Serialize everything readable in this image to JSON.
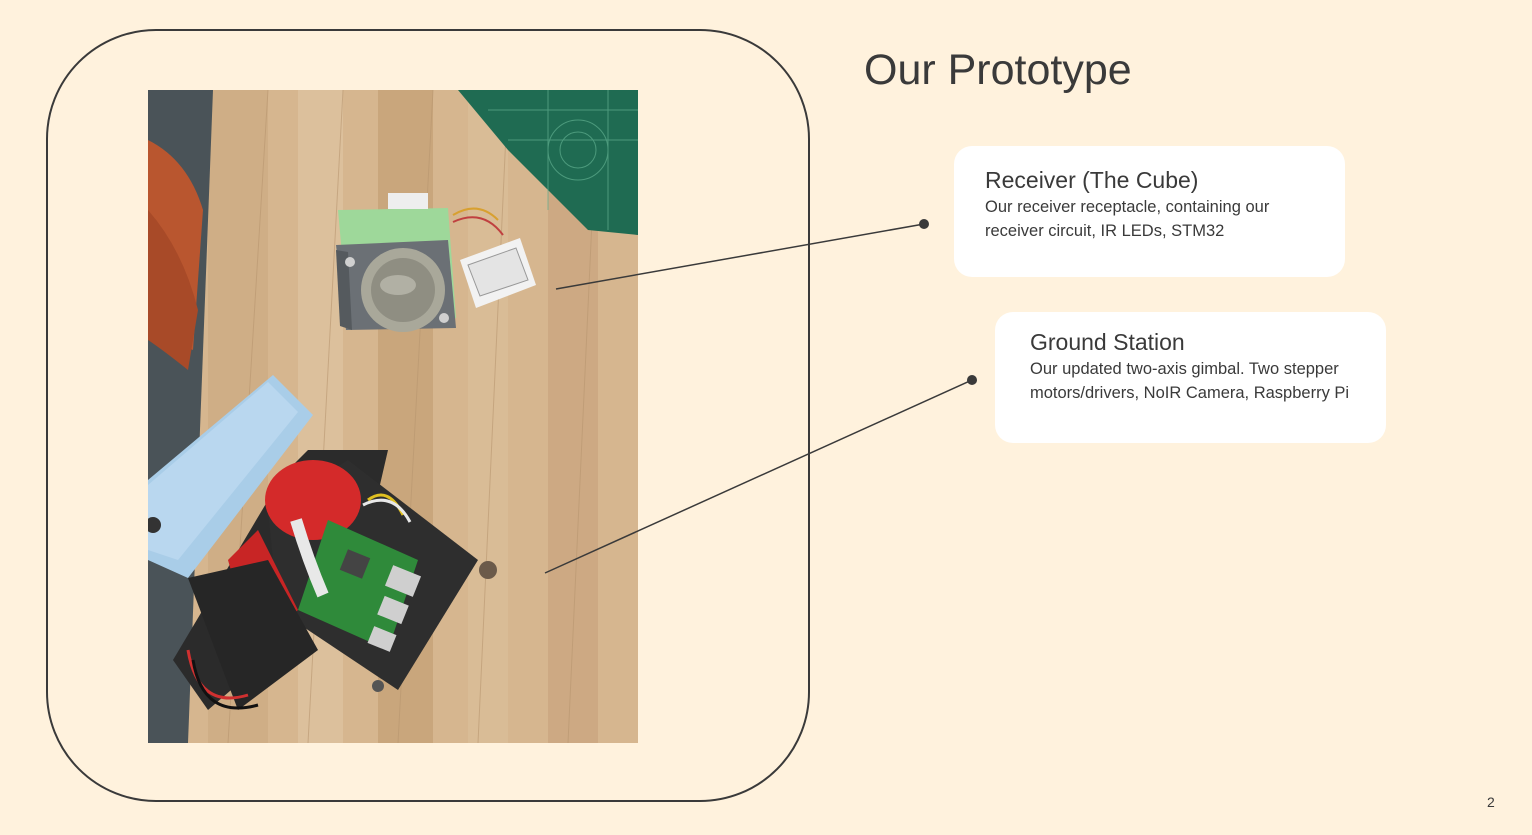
{
  "slide": {
    "title": "Our Prototype",
    "page_number": "2",
    "background_color": "#fff2dd",
    "text_color": "#3a3a3a"
  },
  "photo": {
    "subject": "prototype-hardware-photo"
  },
  "callouts": [
    {
      "heading": "Receiver (The Cube)",
      "body": "Our receiver receptacle, containing our receiver circuit, IR LEDs, STM32"
    },
    {
      "heading": "Ground Station",
      "body": "Our updated two-axis gimbal. Two stepper motors/drivers, NoIR Camera, Raspberry Pi"
    }
  ]
}
